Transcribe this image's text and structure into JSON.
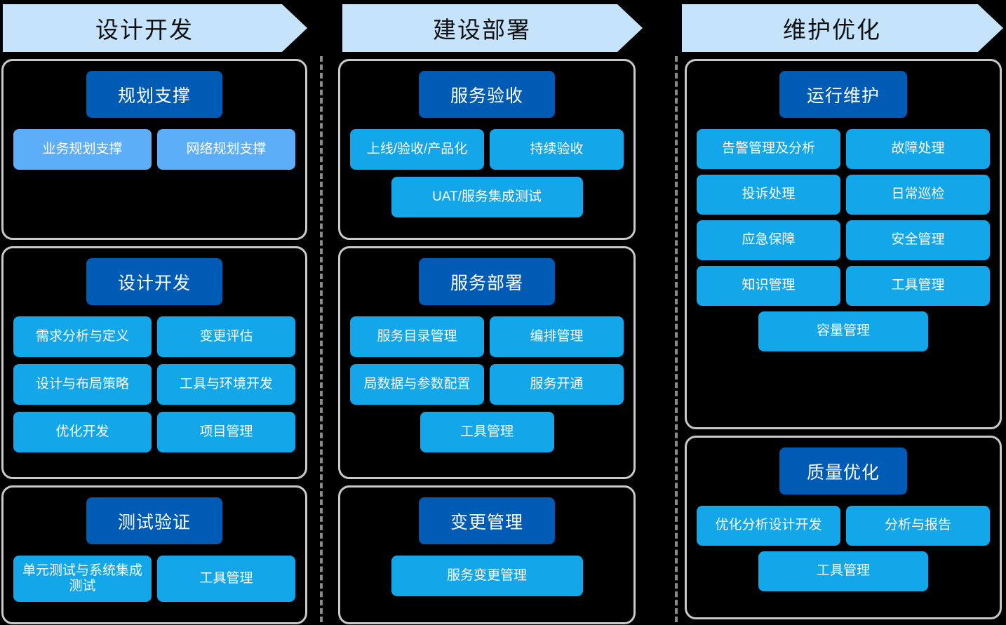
{
  "colors": {
    "banner_bg": "#c6e3fc",
    "group_border": "#c9c9c9",
    "group_title_bg": "#005bb5",
    "item_bg": "#13a6e8",
    "item_light_bg": "#5caef8",
    "background": "#000000",
    "divider": "#8a8a8a",
    "text_on_blue": "#ffffff",
    "banner_text": "#111111"
  },
  "phases": [
    {
      "label": "设计开发"
    },
    {
      "label": "建设部署"
    },
    {
      "label": "维护优化"
    }
  ],
  "columns": [
    {
      "id": "design-development",
      "groups": [
        {
          "title": "规划支撑",
          "items": [
            {
              "label": "业务规划支撑",
              "style": "light half"
            },
            {
              "label": "网络规划支撑",
              "style": "light half"
            }
          ]
        },
        {
          "title": "设计开发",
          "items": [
            {
              "label": "需求分析与定义",
              "style": "half"
            },
            {
              "label": "变更评估",
              "style": "half"
            },
            {
              "label": "设计与布局策略",
              "style": "half"
            },
            {
              "label": "工具与环境开发",
              "style": "half"
            },
            {
              "label": "优化开发",
              "style": "half"
            },
            {
              "label": "项目管理",
              "style": "half"
            }
          ]
        },
        {
          "title": "测试验证",
          "items": [
            {
              "label": "单元测试与系统集成测试",
              "style": "half tall"
            },
            {
              "label": "工具管理",
              "style": "half tall"
            }
          ]
        }
      ]
    },
    {
      "id": "construction-deployment",
      "groups": [
        {
          "title": "服务验收",
          "items": [
            {
              "label": "上线/验收/产品化",
              "style": "half"
            },
            {
              "label": "持续验收",
              "style": "half"
            },
            {
              "label": "UAT/服务集成测试",
              "style": "wide"
            }
          ]
        },
        {
          "title": "服务部署",
          "items": [
            {
              "label": "服务目录管理",
              "style": "half"
            },
            {
              "label": "编排管理",
              "style": "half"
            },
            {
              "label": "局数据与参数配置",
              "style": "half"
            },
            {
              "label": "服务开通",
              "style": "half"
            },
            {
              "label": "工具管理",
              "style": "half"
            }
          ]
        },
        {
          "title": "变更管理",
          "items": [
            {
              "label": "服务变更管理",
              "style": "wide"
            }
          ]
        }
      ]
    },
    {
      "id": "maintenance-optimization",
      "groups": [
        {
          "title": "运行维护",
          "items": [
            {
              "label": "告警管理及分析",
              "style": "half"
            },
            {
              "label": "故障处理",
              "style": "half"
            },
            {
              "label": "投诉处理",
              "style": "half"
            },
            {
              "label": "日常巡检",
              "style": "half"
            },
            {
              "label": "应急保障",
              "style": "half"
            },
            {
              "label": "安全管理",
              "style": "half"
            },
            {
              "label": "知识管理",
              "style": "half"
            },
            {
              "label": "工具管理",
              "style": "half"
            },
            {
              "label": "容量管理",
              "style": "wide"
            }
          ]
        },
        {
          "title": "质量优化",
          "items": [
            {
              "label": "优化分析设计开发",
              "style": "half"
            },
            {
              "label": "分析与报告",
              "style": "half"
            },
            {
              "label": "工具管理",
              "style": "wide"
            }
          ]
        }
      ]
    }
  ]
}
